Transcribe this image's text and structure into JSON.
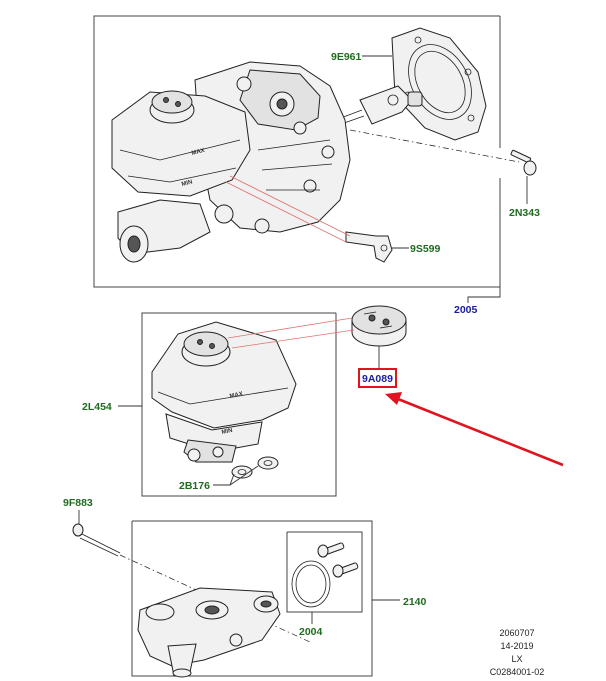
{
  "labels": {
    "p9E961": "9E961",
    "p2N343": "2N343",
    "p9S599": "9S599",
    "p2005": "2005",
    "p9A089": "9A089",
    "p2L454": "2L454",
    "p2B176": "2B176",
    "p9F883": "9F883",
    "p2140": "2140",
    "p2004": "2004"
  },
  "embossed": {
    "max": "MAX",
    "min": "MIN"
  },
  "reference": {
    "line1": "2060707",
    "line2": "14-2019",
    "line3": "LX",
    "line4": "C0284001-02"
  },
  "colors": {
    "label_green": "#1f6b1f",
    "label_blue": "#1a1aa6",
    "highlight_box": "#e0141e",
    "arrow": "#e0141e",
    "leader_red": "#e07070"
  },
  "highlighted_part": "9A089"
}
